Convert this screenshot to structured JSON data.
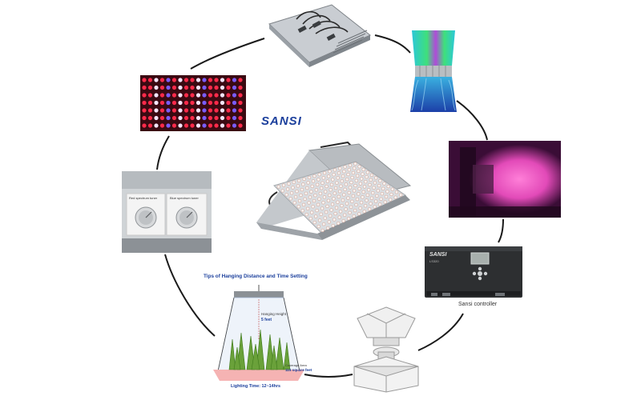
{
  "brand": {
    "logo_text": "SANSI",
    "colors": {
      "brand_blue": "#1b3f9c",
      "ring_line": "#1a1a1a"
    }
  },
  "ring": {
    "items": [
      {
        "id": "heatsink-housing",
        "label": ""
      },
      {
        "id": "thermal-simulation",
        "label": ""
      },
      {
        "id": "light-distribution-test",
        "label": ""
      },
      {
        "id": "sansi-controller",
        "label": "Sansi controller",
        "device_label": "LS320"
      },
      {
        "id": "optical-lens-module",
        "label": ""
      },
      {
        "id": "hanging-tips",
        "label": "Tips of Hanging Distance and Time Setting"
      },
      {
        "id": "spectrum-tuner-knobs",
        "label": ""
      },
      {
        "id": "led-array-closeup",
        "label": ""
      }
    ]
  },
  "hanging_tips": {
    "title": "Tips of Hanging Distance and Time Setting",
    "hanging_height_label": "Hanging Height",
    "hanging_height_value": "5 feet",
    "coverage_label": "Coverage Area",
    "coverage_value": "115 square feet",
    "lighting_time": "Lighting Time: 12~14hrs"
  },
  "spectrum_tuners": {
    "red_label": "Red spectrum tuner",
    "blue_label": "Blue spectrum tuner"
  },
  "center_product": {
    "name": ""
  }
}
